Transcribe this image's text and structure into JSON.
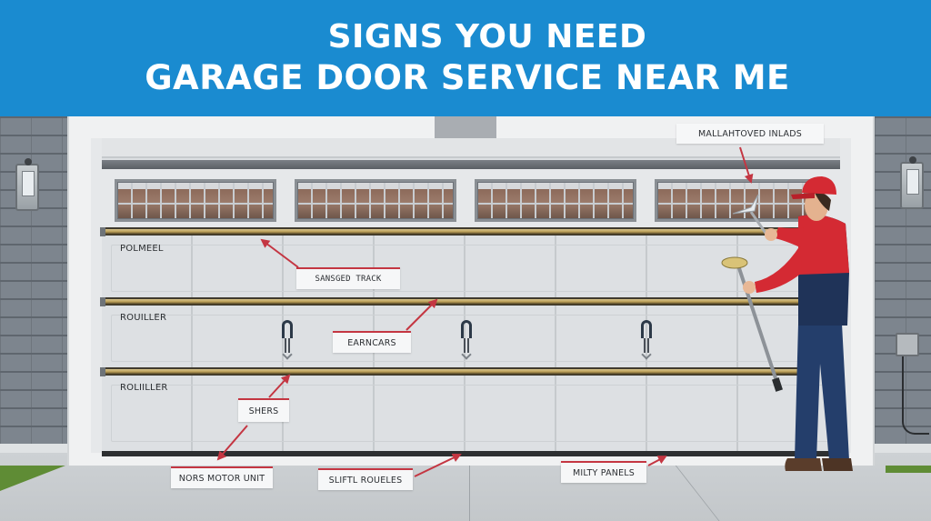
{
  "banner": {
    "title_line1": "SIGNS YOU NEED",
    "title_line2": "GARAGE DOOR SERVICE NEAR ME",
    "background_color": "#1a8bd0",
    "text_color": "#ffffff"
  },
  "door": {
    "section_labels": [
      {
        "id": "panel-1",
        "text": "POLMEEL"
      },
      {
        "id": "panel-2",
        "text": "ROUILLER"
      },
      {
        "id": "panel-3",
        "text": "ROLIILLER"
      }
    ],
    "window_count": 4,
    "handle_count": 3,
    "rail_color": "#c8b06a",
    "door_color": "#dde0e3"
  },
  "callouts": [
    {
      "id": "mallahtoved-inlads",
      "text": "MALLAHTOVED INLADS"
    },
    {
      "id": "sansged-track",
      "text": "SANSGED TRACK"
    },
    {
      "id": "earncars",
      "text": "EARNCARS"
    },
    {
      "id": "shers",
      "text": "SHERS"
    },
    {
      "id": "nors-motor-unit",
      "text": "NORS MOTOR UNIT"
    },
    {
      "id": "sliftl-roueles",
      "text": "SLIFTL ROUELES"
    },
    {
      "id": "milty-panels",
      "text": "MILTY PANELS"
    }
  ],
  "colors": {
    "arrow": "#c43642",
    "technician_shirt_top": "#d42a33",
    "technician_shirt_bottom": "#1f3358",
    "technician_pants": "#243e6b",
    "cap": "#d42a33",
    "siding": "#7d858e"
  }
}
